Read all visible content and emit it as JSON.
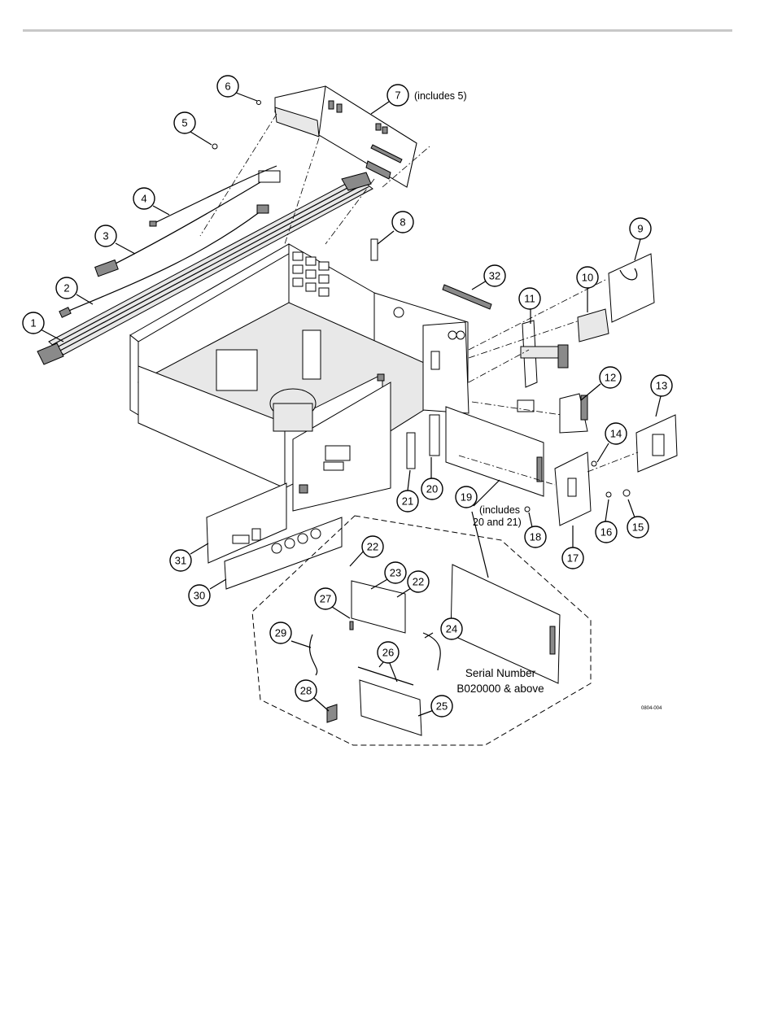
{
  "callouts": [
    {
      "id": "1",
      "label": "1"
    },
    {
      "id": "2",
      "label": "2"
    },
    {
      "id": "3",
      "label": "3"
    },
    {
      "id": "4",
      "label": "4"
    },
    {
      "id": "5",
      "label": "5"
    },
    {
      "id": "6",
      "label": "6"
    },
    {
      "id": "7",
      "label": "7"
    },
    {
      "id": "8",
      "label": "8"
    },
    {
      "id": "9",
      "label": "9"
    },
    {
      "id": "10",
      "label": "10"
    },
    {
      "id": "11",
      "label": "11"
    },
    {
      "id": "12",
      "label": "12"
    },
    {
      "id": "13",
      "label": "13"
    },
    {
      "id": "14",
      "label": "14"
    },
    {
      "id": "15",
      "label": "15"
    },
    {
      "id": "16",
      "label": "16"
    },
    {
      "id": "17",
      "label": "17"
    },
    {
      "id": "18",
      "label": "18"
    },
    {
      "id": "19",
      "label": "19"
    },
    {
      "id": "20",
      "label": "20"
    },
    {
      "id": "21",
      "label": "21"
    },
    {
      "id": "22a",
      "label": "22"
    },
    {
      "id": "22b",
      "label": "22"
    },
    {
      "id": "23",
      "label": "23"
    },
    {
      "id": "24",
      "label": "24"
    },
    {
      "id": "25",
      "label": "25"
    },
    {
      "id": "26",
      "label": "26"
    },
    {
      "id": "27",
      "label": "27"
    },
    {
      "id": "28",
      "label": "28"
    },
    {
      "id": "29",
      "label": "29"
    },
    {
      "id": "30",
      "label": "30"
    },
    {
      "id": "31",
      "label": "31"
    },
    {
      "id": "32",
      "label": "32"
    }
  ],
  "notes": {
    "includes_5": "(includes 5)",
    "includes_20_21_line1": "(includes",
    "includes_20_21_line2": "20 and 21)",
    "serial_line1": "Serial Number",
    "serial_line2": "B020000 & above",
    "figure_id": "0804-004"
  }
}
